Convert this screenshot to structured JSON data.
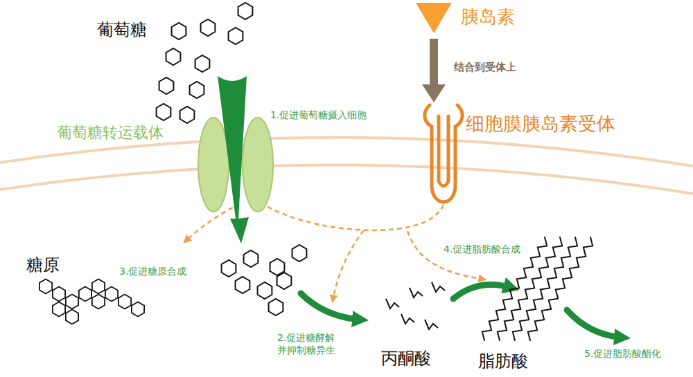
{
  "diagram": {
    "labels": [
      "葡萄糖",
      "胰岛素",
      "结合到受体上",
      "葡萄糖转运载体",
      "1.促进葡萄糖摄入细胞",
      "细胞膜胰岛素受体",
      "糖原",
      "3.促进糖原合成",
      "4.促进脂肪酸合成",
      "2.促进糖酵解 并抑制糖异生",
      "丙酮酸",
      "脂肪酸",
      "5.促进脂肪酸酯化"
    ]
  }
}
